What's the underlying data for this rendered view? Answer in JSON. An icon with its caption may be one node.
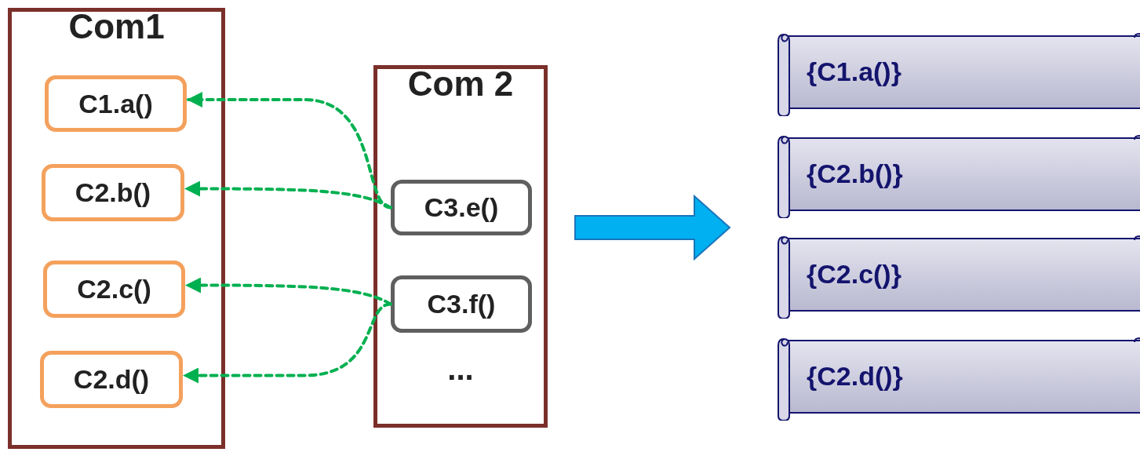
{
  "diagram": {
    "nodes": [
      {
        "text": [
          "Com1"
        ]
      },
      {
        "text": [
          "C1.a()"
        ],
        "in": 0
      },
      {
        "text": [
          "C2.b()"
        ],
        "in": 0
      },
      {
        "text": [
          "C2.c()"
        ],
        "in": 0
      },
      {
        "text": [
          "C2.d()"
        ],
        "in": 0
      },
      {
        "text": [
          "Com 2",
          "..."
        ]
      },
      {
        "text": [
          "C3.e()"
        ],
        "in": 5
      },
      {
        "text": [
          "C3.f()"
        ],
        "in": 5
      },
      {
        "text": [
          "{C1.a()}"
        ]
      },
      {
        "text": [
          "{C2.b()}"
        ]
      },
      {
        "text": [
          "{C2.c()}"
        ]
      },
      {
        "text": [
          "{C2.d()}"
        ]
      }
    ],
    "edges": [
      {
        "from": 6,
        "to": 1,
        "arrow": "to",
        "style": "dashed"
      },
      {
        "from": 6,
        "to": 2,
        "arrow": "to",
        "style": "dashed"
      },
      {
        "from": 7,
        "to": 3,
        "arrow": "to",
        "style": "dashed"
      },
      {
        "from": 7,
        "to": 4,
        "arrow": "to",
        "style": "dashed"
      },
      {
        "from": 5,
        "to": null,
        "arrow": "to",
        "style": "thick",
        "color": "#00b0f0"
      }
    ]
  }
}
